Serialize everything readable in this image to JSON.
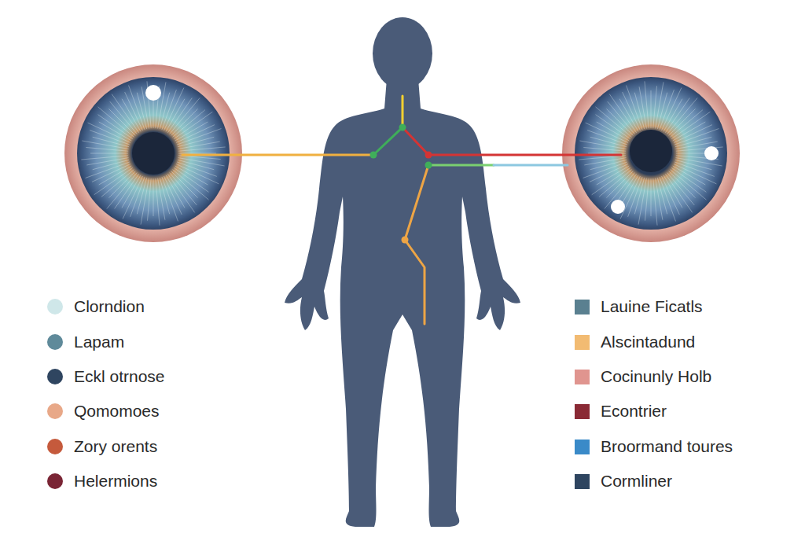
{
  "diagram": {
    "legend": [
      {
        "text": "Clorndion",
        "color": "#cfe7e9"
      },
      {
        "text": "Lapam",
        "color": "#5f8a9a"
      },
      {
        "text": "Eckl otrnose",
        "color": "#2f4560"
      },
      {
        "text": "Qomomoes",
        "color": "#e8a888"
      },
      {
        "text": "Zory orents",
        "color": "#c55a3c"
      },
      {
        "text": "Helermions",
        "color": "#7a2535"
      },
      {
        "text": "Lauine Ficatls",
        "color": "#5a8090"
      },
      {
        "text": "Alscintadund",
        "color": "#f2bb72"
      },
      {
        "text": "Cocinunly Holb",
        "color": "#e0958f"
      },
      {
        "text": "Econtrier",
        "color": "#8a2a35"
      },
      {
        "text": "Broormand toures",
        "color": "#3a8ac8"
      },
      {
        "text": "Cormliner",
        "color": "#2e4560"
      }
    ]
  }
}
